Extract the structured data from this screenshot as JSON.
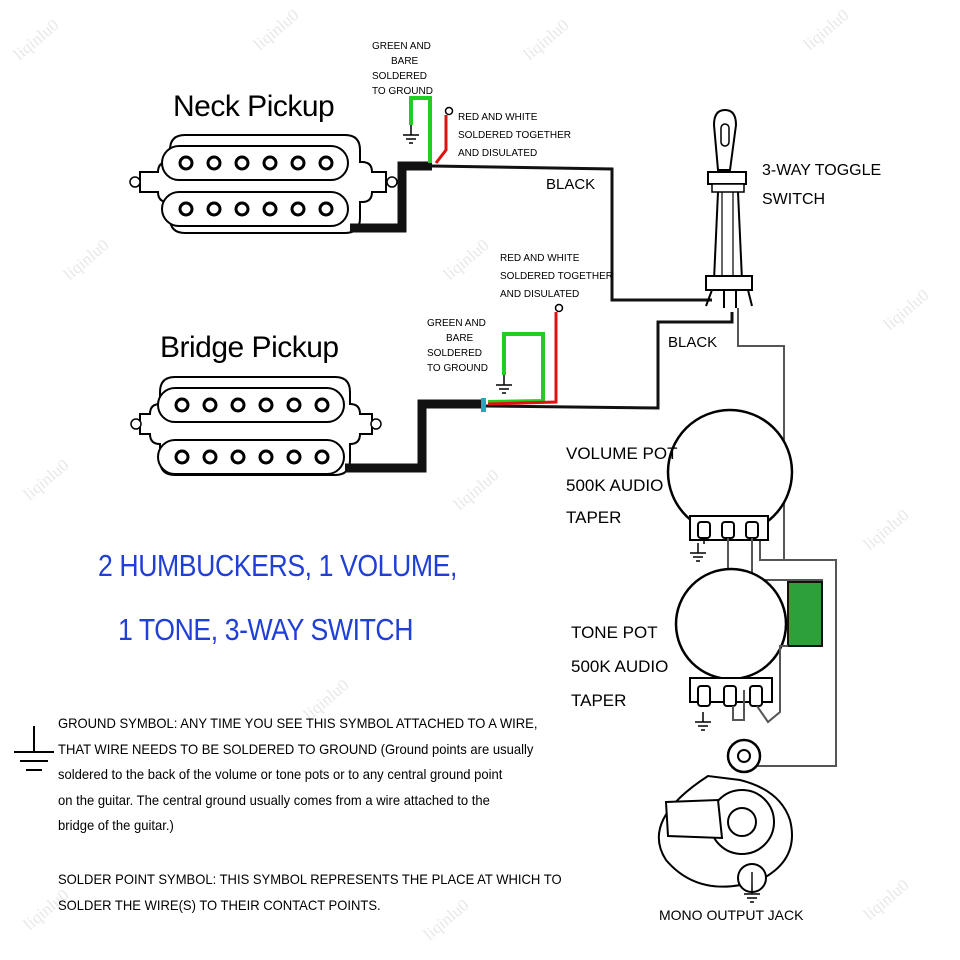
{
  "neck_pickup": {
    "title": "Neck Pickup"
  },
  "bridge_pickup": {
    "title": "Bridge Pickup"
  },
  "neck_ground_note": [
    "GREEN AND",
    "BARE",
    "SOLDERED",
    "TO GROUND"
  ],
  "neck_hot_note": [
    "RED AND WHITE",
    "SOLDERED TOGETHER",
    "AND DISULATED"
  ],
  "bridge_ground_note": [
    "GREEN AND",
    "BARE",
    "SOLDERED",
    "TO GROUND"
  ],
  "bridge_hot_note": [
    "RED AND WHITE",
    "SOLDERED TOGETHER",
    "AND DISULATED"
  ],
  "wire_labels": {
    "neck_black": "BLACK",
    "bridge_black": "BLACK"
  },
  "switch": {
    "label": [
      "3-WAY TOGGLE",
      "SWITCH"
    ]
  },
  "volume_pot": {
    "label": [
      "VOLUME POT",
      "500K AUDIO",
      "TAPER"
    ]
  },
  "tone_pot": {
    "label": [
      "TONE POT",
      "500K AUDIO",
      "TAPER"
    ]
  },
  "output_jack": {
    "label": "MONO OUTPUT JACK"
  },
  "headline": {
    "line1": "2 HUMBUCKERS, 1 VOLUME,",
    "line2": "1 TONE, 3-WAY SWITCH"
  },
  "ground_legend": [
    "GROUND SYMBOL: ANY TIME YOU SEE THIS SYMBOL ATTACHED TO A WIRE,",
    "THAT WIRE NEEDS TO BE SOLDERED TO GROUND (Ground points are usually",
    "soldered to the back of the volume or tone pots or to any central ground point",
    "on the guitar. The central ground usually comes from a wire attached to the",
    "bridge of the guitar.)"
  ],
  "solder_legend": [
    "SOLDER POINT SYMBOL: THIS SYMBOL REPRESENTS THE PLACE AT WHICH TO",
    "SOLDER THE WIRE(S) TO THEIR CONTACT POINTS."
  ],
  "watermark": "liqinlu0",
  "colors": {
    "headline": "#1f3fd6",
    "green_wire": "#22cc22",
    "red_wire": "#e01010",
    "wire": "#111111",
    "capacitor": "#2ea03a",
    "gray_wire": "#555555"
  }
}
